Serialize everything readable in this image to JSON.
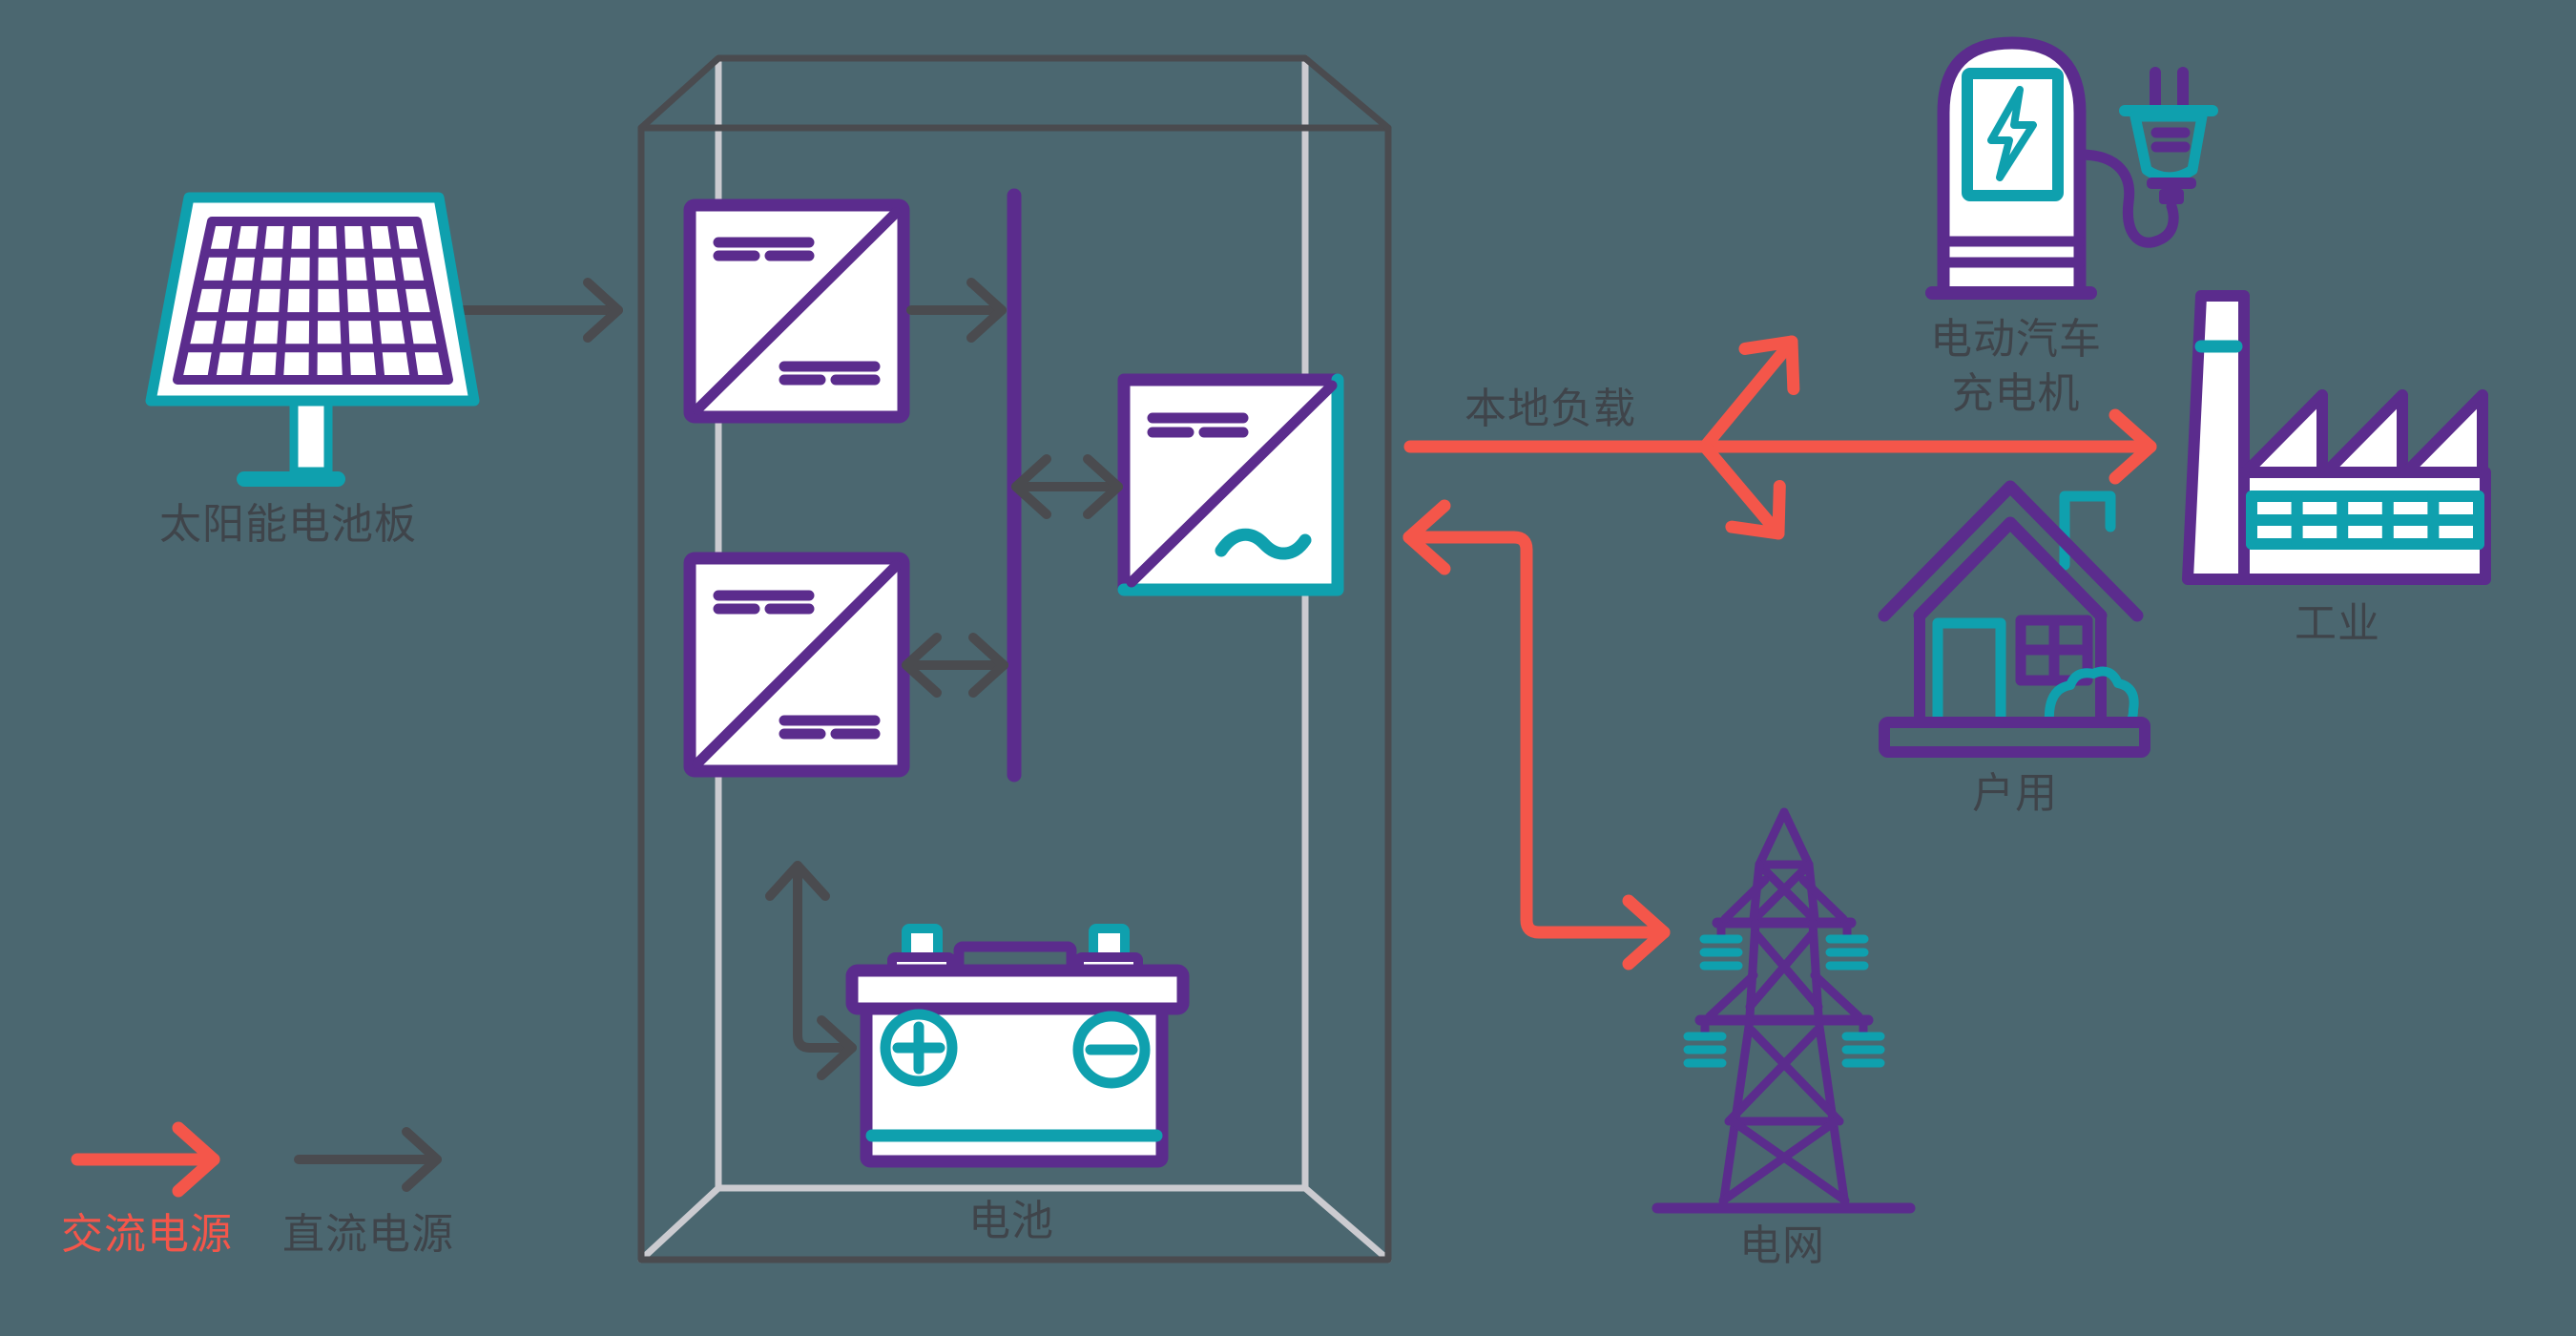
{
  "labels": {
    "solar_panel": "太阳能电池板",
    "battery": "电池",
    "local_load": "本地负载",
    "ev_charger_line1": "电动汽车",
    "ev_charger_line2": "充电机",
    "industry": "工业",
    "household": "户用",
    "grid": "电网"
  },
  "legend": {
    "ac_label": "交流电源",
    "dc_label": "直流电源",
    "ac_color": "#f4564a",
    "dc_color": "#4a4b4f"
  },
  "colors": {
    "purple": "#5b2c8d",
    "teal": "#0fa0ae",
    "red": "#f4564a",
    "dark_gray": "#4a4b4f",
    "light_gray": "#cbcbd0",
    "text": "#3f444a",
    "background": "#4b6770",
    "white": "#ffffff"
  },
  "icons": {
    "solar-panel-icon": "photovoltaic panel on stand",
    "dc-dc-converter-icon": "square with diagonal and DC symbols",
    "inverter-icon": "square with diagonal, DC symbol and AC sine",
    "dc-bus": "vertical purple bus bar",
    "battery-icon": "battery with plus and minus terminals",
    "ev-charger-icon": "charging pillar with plug",
    "factory-icon": "industrial building with chimney",
    "house-icon": "house with door, window and bush",
    "transmission-tower-icon": "high-voltage lattice tower",
    "enclosure-box": "3D wireframe cabinet"
  }
}
